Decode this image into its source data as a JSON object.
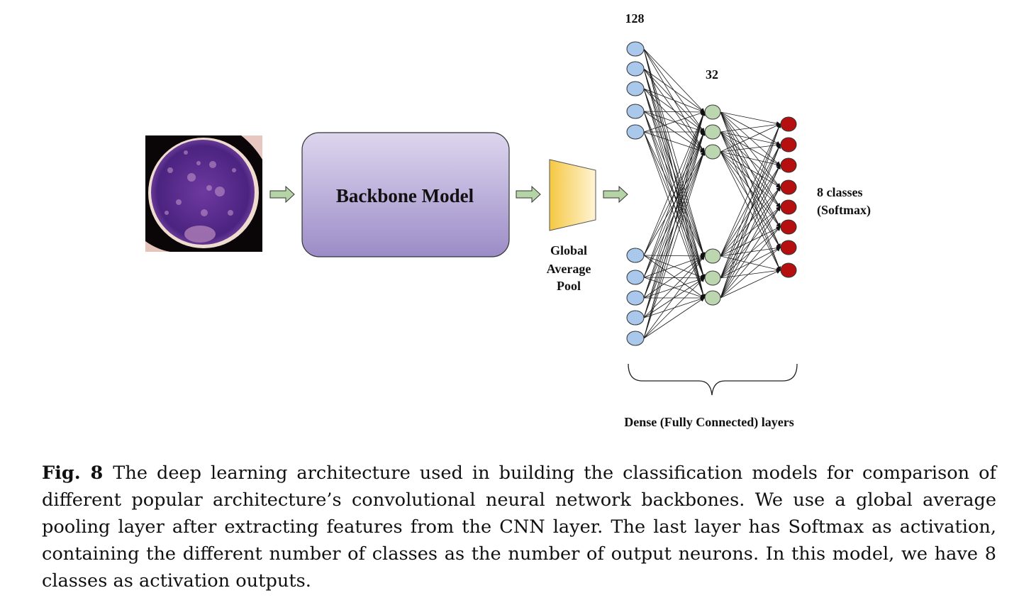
{
  "figure": {
    "backbone_label": "Backbone Model",
    "pool_label_lines": [
      "Global",
      "Average",
      "Pool"
    ],
    "layer1_count": "128",
    "layer2_count": "32",
    "output_label_lines": [
      "8 classes",
      "(Softmax)"
    ],
    "dense_label": "Dense (Fully Connected) layers",
    "colors": {
      "backbone_fill_top": "#ddd6ee",
      "backbone_fill_bottom": "#9c8cc7",
      "pool_fill_left": "#f5c842",
      "pool_fill_right": "#fff4d6",
      "arrow_fill": "#b5d4a5",
      "layer1_node": "#a9c8ec",
      "layer2_node": "#bcd6b0",
      "output_node": "#b50f0f",
      "cell_purple": "#5a2a8a"
    }
  },
  "caption": {
    "label": "Fig. 8",
    "text": "The deep learning architecture used in building the classification models for comparison of different popular architecture’s convolutional neural network backbones. We use a global average pooling layer after extracting features from the CNN layer. The last layer has Softmax as activation, containing the different number of classes as the number of output neurons. In this model, we have 8 classes as activation outputs."
  }
}
